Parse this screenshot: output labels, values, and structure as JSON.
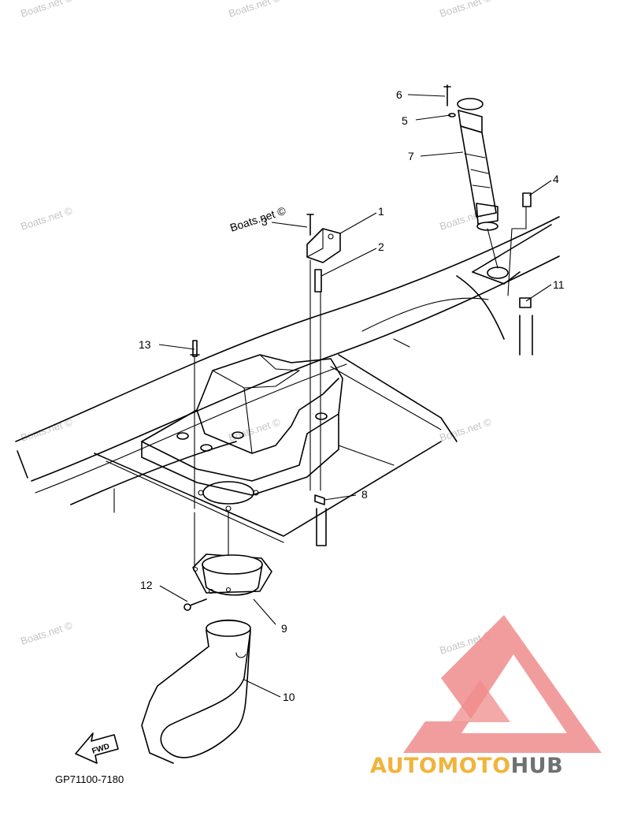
{
  "watermark": "Boats.net ©",
  "labels": [
    "1",
    "2",
    "3",
    "4",
    "5",
    "6",
    "7",
    "8",
    "9",
    "10",
    "11",
    "12",
    "13"
  ],
  "diagram_code": "GP71100-7180",
  "fwd_label": "FWD",
  "brand": {
    "part1": "AUTOMOTO",
    "part2": "HUB",
    "color1": "#f2b33c",
    "color2": "#707070",
    "logo_color": "#f08c8c"
  }
}
